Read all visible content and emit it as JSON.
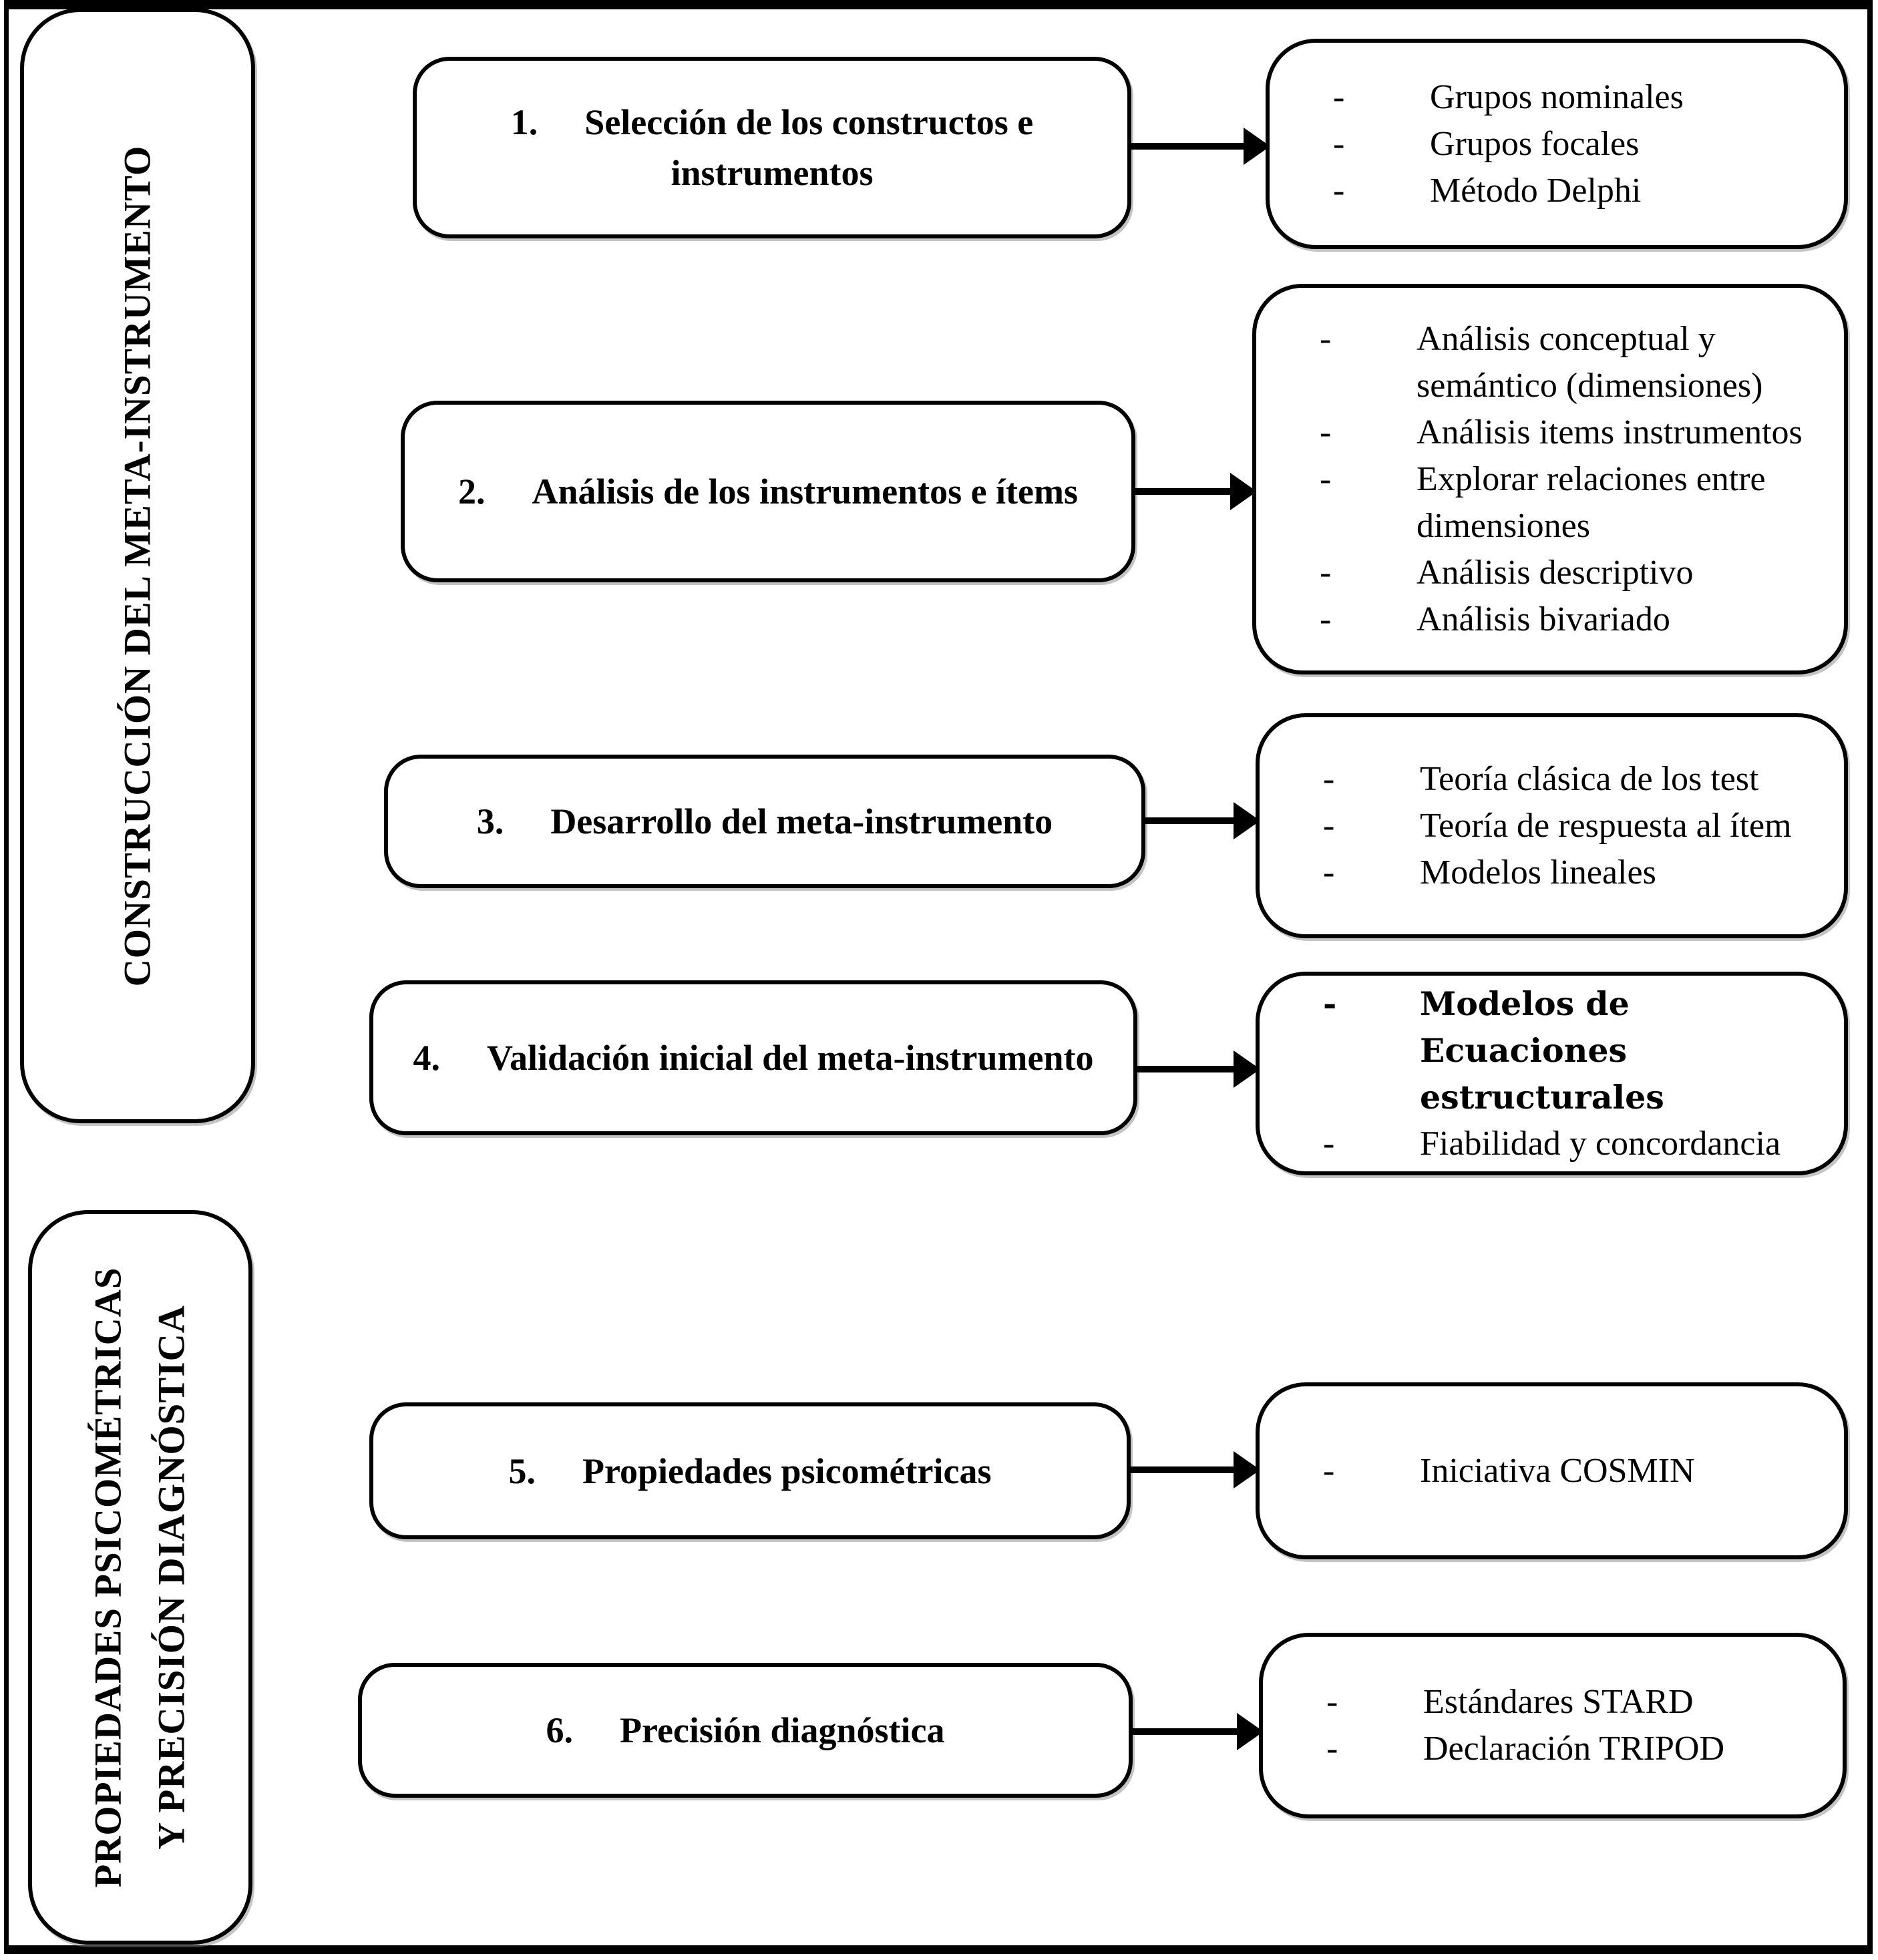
{
  "phases": [
    {
      "lines": [
        "CONSTRUCCIÓN DEL META-INSTRUMENTO"
      ]
    },
    {
      "lines": [
        "PROPIEDADES PSICOMÉTRICAS",
        "Y PRECISIÓN DIAGNÓSTICA"
      ]
    }
  ],
  "steps": [
    {
      "number": "1.",
      "title": "Selección de los constructos e instrumentos",
      "methods": [
        "Grupos nominales",
        "Grupos focales",
        "Método Delphi"
      ]
    },
    {
      "number": "2.",
      "title": "Análisis de los instrumentos e ítems",
      "methods": [
        "Análisis conceptual y semántico (dimensiones)",
        "Análisis items instrumentos",
        "Explorar relaciones entre dimensiones",
        "Análisis descriptivo",
        "Análisis bivariado"
      ]
    },
    {
      "number": "3.",
      "title": "Desarrollo del meta-instrumento",
      "methods": [
        "Teoría clásica de los test",
        "Teoría de respuesta al ítem",
        "Modelos lineales"
      ]
    },
    {
      "number": "4.",
      "title": "Validación inicial del meta-instrumento",
      "methods": [
        "Modelos de Ecuaciones estructurales",
        "Fiabilidad y concordancia"
      ]
    },
    {
      "number": "5.",
      "title": "Propiedades psicométricas",
      "methods": [
        "Iniciativa COSMIN"
      ]
    },
    {
      "number": "6.",
      "title": "Precisión diagnóstica",
      "methods": [
        "Estándares STARD",
        "Declaración TRIPOD"
      ]
    }
  ],
  "colors": {
    "line": "#000000",
    "background": "#ffffff",
    "shadow": "#7d7d7d"
  }
}
